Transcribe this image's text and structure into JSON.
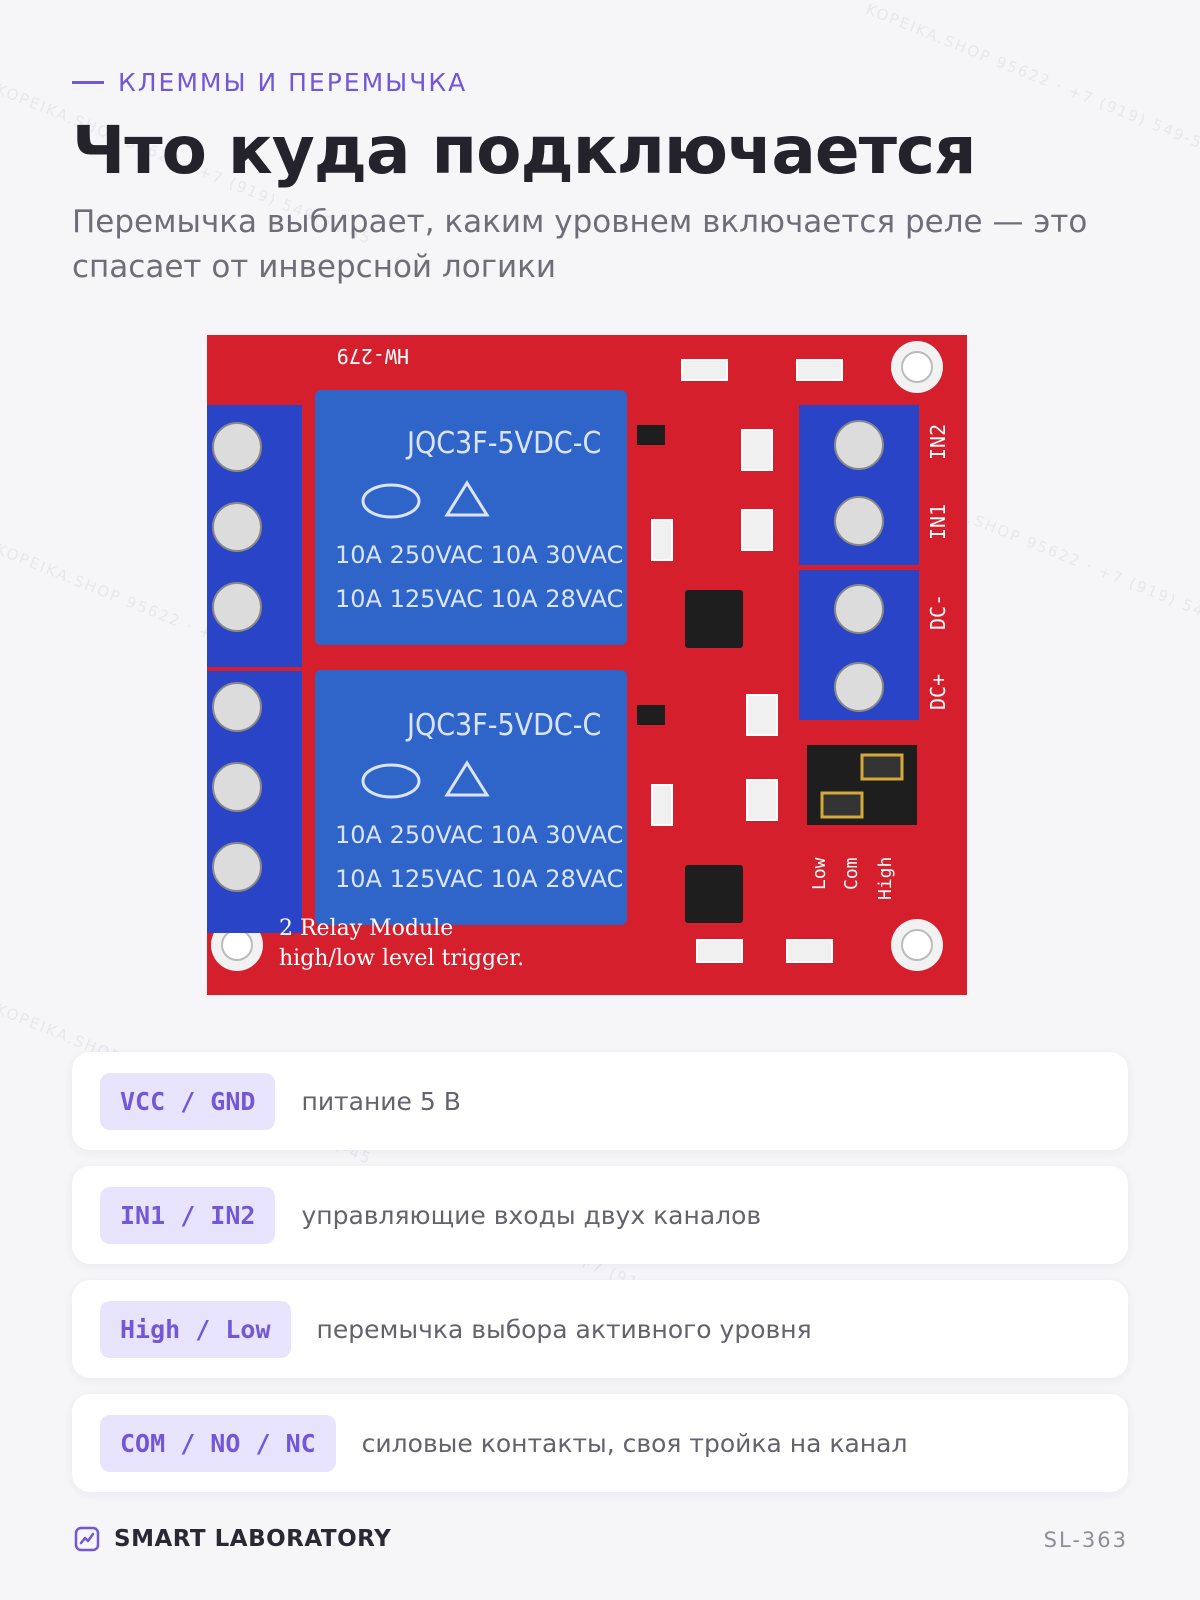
{
  "header": {
    "eyebrow": "КЛЕММЫ И ПЕРЕМЫЧКА",
    "title": "Что куда подключается",
    "subtitle": "Перемычка выбирает, каким уровнем включается реле — это спасает от инверсной логики"
  },
  "board": {
    "top_marking": "HW-279",
    "relays": [
      {
        "model": "JQC3F-5VDC-C",
        "line1": "10A 250VAC 10A 30VAC",
        "line2": "10A 125VAC 10A 28VAC"
      },
      {
        "model": "JQC3F-5VDC-C",
        "line1": "10A 250VAC 10A 30VAC",
        "line2": "10A 125VAC 10A 28VAC"
      }
    ],
    "module_line1": "2 Relay   Module",
    "module_line2": "high/low level trigger.",
    "pins": {
      "in2": "IN2",
      "in1": "IN1",
      "dcm": "DC-",
      "dcp": "DC+"
    },
    "jumper": {
      "low": "Low",
      "com": "Com",
      "high": "High"
    }
  },
  "terminals": [
    {
      "tag": "VCC / GND",
      "desc": "питание 5 В"
    },
    {
      "tag": "IN1 / IN2",
      "desc": "управляющие входы двух каналов"
    },
    {
      "tag": "High / Low",
      "desc": "перемычка выбора активного уровня"
    },
    {
      "tag": "COM / NO / NC",
      "desc": "силовые контакты, своя тройка на канал"
    }
  ],
  "footer": {
    "brand": "SMART LABORATORY",
    "code": "SL-363"
  },
  "watermark": "KOPEIKA.SHOP 95622 · +7 (919) 549-54-45",
  "colors": {
    "accent": "#7357d6",
    "tag_bg": "#e8e4fd",
    "pcb": "#d61f2c",
    "relay": "#2f64c8"
  }
}
